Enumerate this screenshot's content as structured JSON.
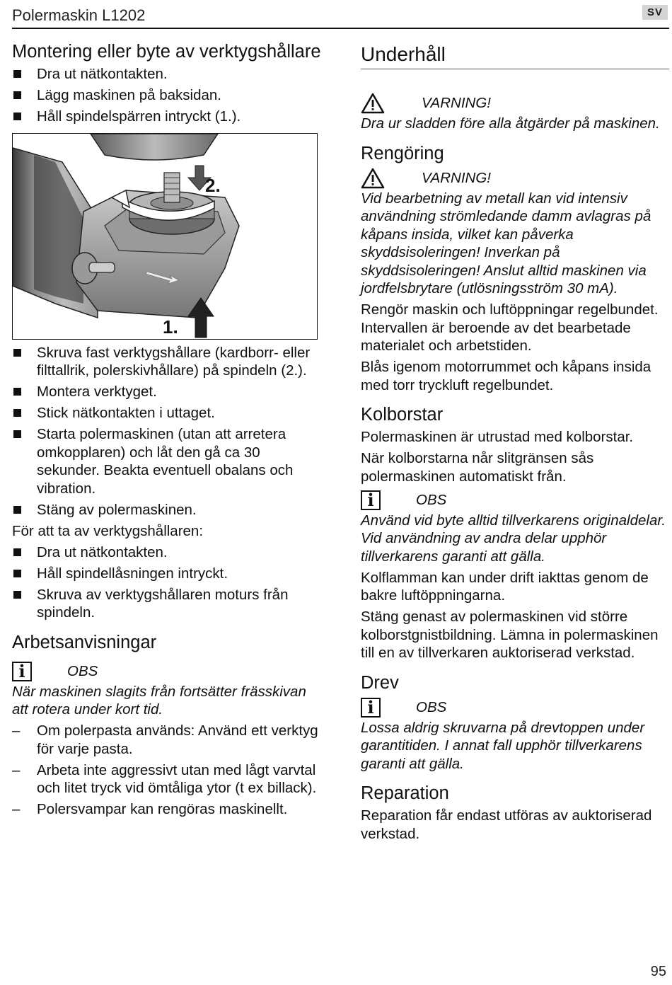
{
  "header": {
    "title": "Polermaskin L1202",
    "language_badge": "SV",
    "page_number": "95"
  },
  "left": {
    "mounting": {
      "title": "Montering eller byte av verktygshållare",
      "steps_before": [
        "Dra ut nätkontakten.",
        "Lägg maskinen på baksidan.",
        "Håll spindelspärren intryckt (1.)."
      ],
      "figure_labels": {
        "step1": "1.",
        "step2": "2."
      },
      "steps_after": [
        "Skruva fast verktygshållare (kardborr- eller filttallrik, polerskivhållare) på spindeln (2.).",
        "Montera verktyget.",
        "Stick nätkontakten i uttaget.",
        "Starta polermaskinen (utan att arretera omkopplaren) och låt den gå ca 30 sekunder. Beakta eventuell obalans och vibration.",
        "Stäng av polermaskinen."
      ],
      "removal_intro": "För att ta av verktygshållaren:",
      "removal_steps": [
        "Dra ut nätkontakten.",
        "Håll spindellåsningen intryckt.",
        "Skruva av verktygshållaren moturs från spindeln."
      ]
    },
    "work": {
      "title": "Arbetsanvisningar",
      "notice_label": "OBS",
      "notice_text": "När maskinen slagits från fortsätter frässkivan att rotera under kort tid.",
      "tips": [
        "Om polerpasta används: Använd ett verktyg för varje pasta.",
        "Arbeta inte aggressivt utan med lågt varvtal och litet tryck vid ömtåliga ytor (t ex billack).",
        "Polersvampar kan rengöras maskinellt."
      ]
    }
  },
  "right": {
    "maintenance": {
      "title": "Underhåll",
      "warning_label": "VARNING!",
      "warning_text": "Dra ur sladden före alla åtgärder på maskinen."
    },
    "cleaning": {
      "title": "Rengöring",
      "warning_label": "VARNING!",
      "warning_text": "Vid bearbetning av metall kan vid intensiv användning strömledande damm avlagras på kåpans insida, vilket kan påverka skyddsisoleringen! Inverkan på skyddsisoleringen! Anslut alltid maskinen via jordfelsbrytare (utlösningsström 30 mA).",
      "para1": "Rengör maskin och luftöppningar regelbundet. Intervallen är beroende av det bearbetade materialet och arbetstiden.",
      "para2": "Blås igenom motorrummet och kåpans insida med torr tryckluft regelbundet."
    },
    "brushes": {
      "title": "Kolborstar",
      "para1": "Polermaskinen är utrustad med kolborstar.",
      "para2": "När kolborstarna når slitgränsen sås polermaskinen automatiskt från.",
      "notice_label": "OBS",
      "notice_text": "Använd vid byte alltid tillverkarens originaldelar. Vid användning av andra delar upphör tillverkarens garanti att gälla.",
      "para3": "Kolflamman kan under drift iakttas genom de bakre luftöppningarna.",
      "para4": "Stäng genast av polermaskinen vid större kolborstgnistbildning. Lämna in polermaskinen till en av tillverkaren auktoriserad verkstad."
    },
    "drive": {
      "title": "Drev",
      "notice_label": "OBS",
      "notice_text": "Lossa aldrig skruvarna på drevtoppen under garantitiden. I annat fall upphör tillverkarens garanti att gälla."
    },
    "repair": {
      "title": "Reparation",
      "text": "Reparation får endast utföras av auktoriserad verkstad."
    }
  }
}
